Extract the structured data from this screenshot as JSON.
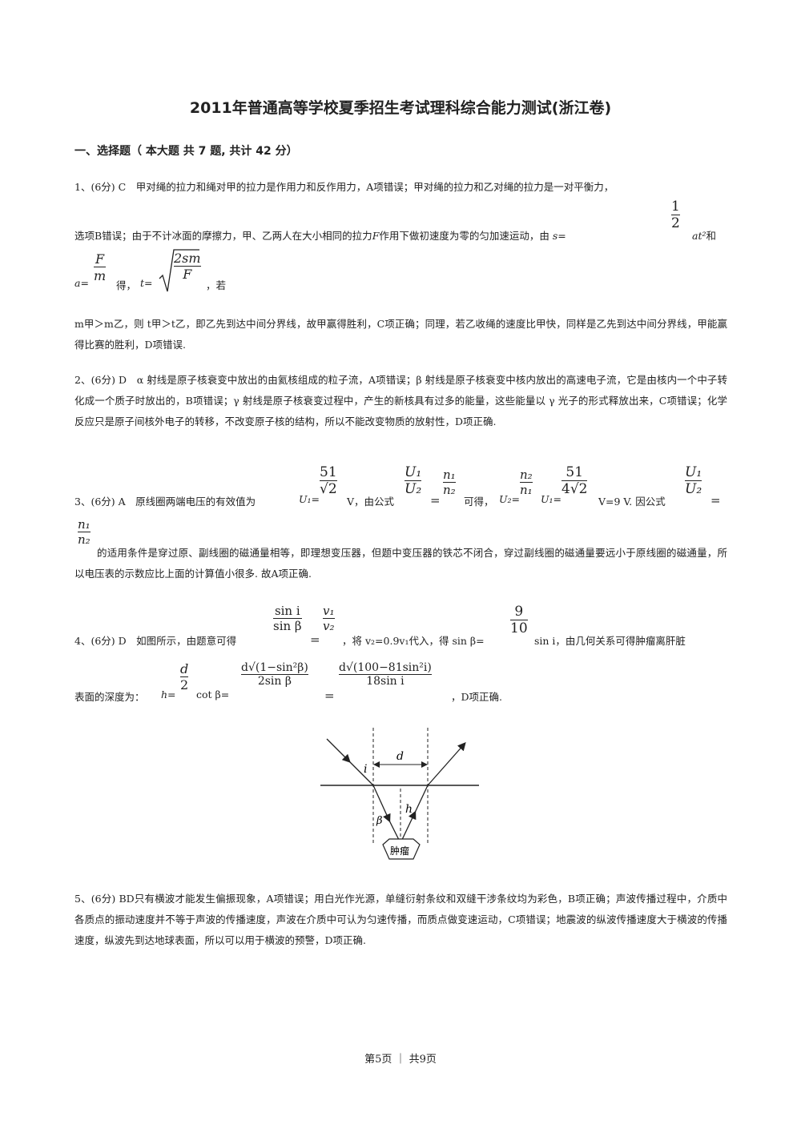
{
  "title": "2011年普通高等学校夏季招生考试理科综合能力测试(浙江卷)",
  "section_heading": "一、选择题（ 本大题 共 7 题, 共计 42 分）",
  "q1": {
    "line1": "1、(6分) C　甲对绳的拉力和绳对甲的拉力是作用力和反作用力，A项错误；甲对绳的拉力和乙对绳的拉力是一对平衡力，",
    "line2a": "选项B错误；由于不计冰面的摩擦力，甲、乙两人在大小相同的拉力",
    "line2b": "F",
    "line2c": "作用下做初速度为零的匀加速运动，由",
    "s_eq": "s=",
    "half_n": "1",
    "half_d": "2",
    "at2": "at²",
    "and": "和",
    "a_eq": "a=",
    "f_n": "F",
    "f_d": "m",
    "de": "得，",
    "t_eq": "t=",
    "root_n": "2sm",
    "root_d": "F",
    "ruo": "，若",
    "para": "m甲＞m乙，则 t甲＞t乙，即乙先到达中间分界线，故甲赢得胜利，C项正确；同理，若乙收绳的速度比甲快，同样是乙先到达中间分界线，甲能赢得比赛的胜利，D项错误."
  },
  "q2": {
    "text": "2、(6分) D　α 射线是原子核衰变中放出的由氦核组成的粒子流，A项错误；β 射线是原子核衰变中核内放出的高速电子流，它是由核内一个中子转化成一个质子时放出的，B项错误；γ 射线是原子核衰变过程中，产生的新核具有过多的能量，这些能量以 γ 光子的形式释放出来，C项错误；化学反应只是原子间核外电子的转移，不改变原子核的结构，所以不能改变物质的放射性，D项正确."
  },
  "q3": {
    "intro": "3、(6分) A　原线圈两端电压的有效值为",
    "u1_eq": "U₁=",
    "v51_n": "51",
    "v51_d": "√2",
    "v_comma": "V，由公式",
    "U1": "U₁",
    "U2": "U₂",
    "eq": "=",
    "n1": "n₁",
    "n2": "n₂",
    "kede": "可得，",
    "u2_eq": "U₂=",
    "u1_mid": "U₁=",
    "r51_n": "51",
    "r51_d": "4√2",
    "result": "V=9 V. 因公式",
    "para": "的适用条件是穿过原、副线圈的磁通量相等，即理想变压器，但题中变压器的铁芯不闭合，穿过副线圈的磁通量要远小于原线圈的磁通量，所以电压表的示数应比上面的计算值小很多. 故A项正确."
  },
  "q4": {
    "intro": "4、(6分) D　如图所示，由题意可得",
    "sini": "sin i",
    "sinb": "sin β",
    "eq": "=",
    "v1": "v₁",
    "v2": "v₂",
    "mid": "，将 v₂=0.9v₁代入，得 sin β=",
    "nine": "9",
    "ten": "10",
    "tail": "sin i，由几何关系可得肿瘤离肝脏",
    "depth": "表面的深度为：",
    "h_eq": "h=",
    "d": "d",
    "two": "2",
    "cot": "cot β=",
    "f1_n": "d√(1−sin²β)",
    "f1_d": "2sin β",
    "f2_n": "d√(100−81sin²i)",
    "f2_d": "18sin i",
    "end": "，D项正确.",
    "fig_i": "i",
    "fig_d": "d",
    "fig_h": "h",
    "fig_beta": "β",
    "fig_tumor": "肿瘤"
  },
  "q5": {
    "text": "5、(6分) BD只有横波才能发生偏振现象，A项错误；用白光作光源，单缝衍射条纹和双缝干涉条纹均为彩色，B项正确；声波传播过程中，介质中各质点的振动速度并不等于声波的传播速度，声波在介质中可认为匀速传播，而质点做变速运动，C项错误；地震波的纵波传播速度大于横波的传播速度，纵波先到达地球表面，所以可以用于横波的预警，D项正确."
  },
  "footer": "第5页 ｜ 共9页"
}
